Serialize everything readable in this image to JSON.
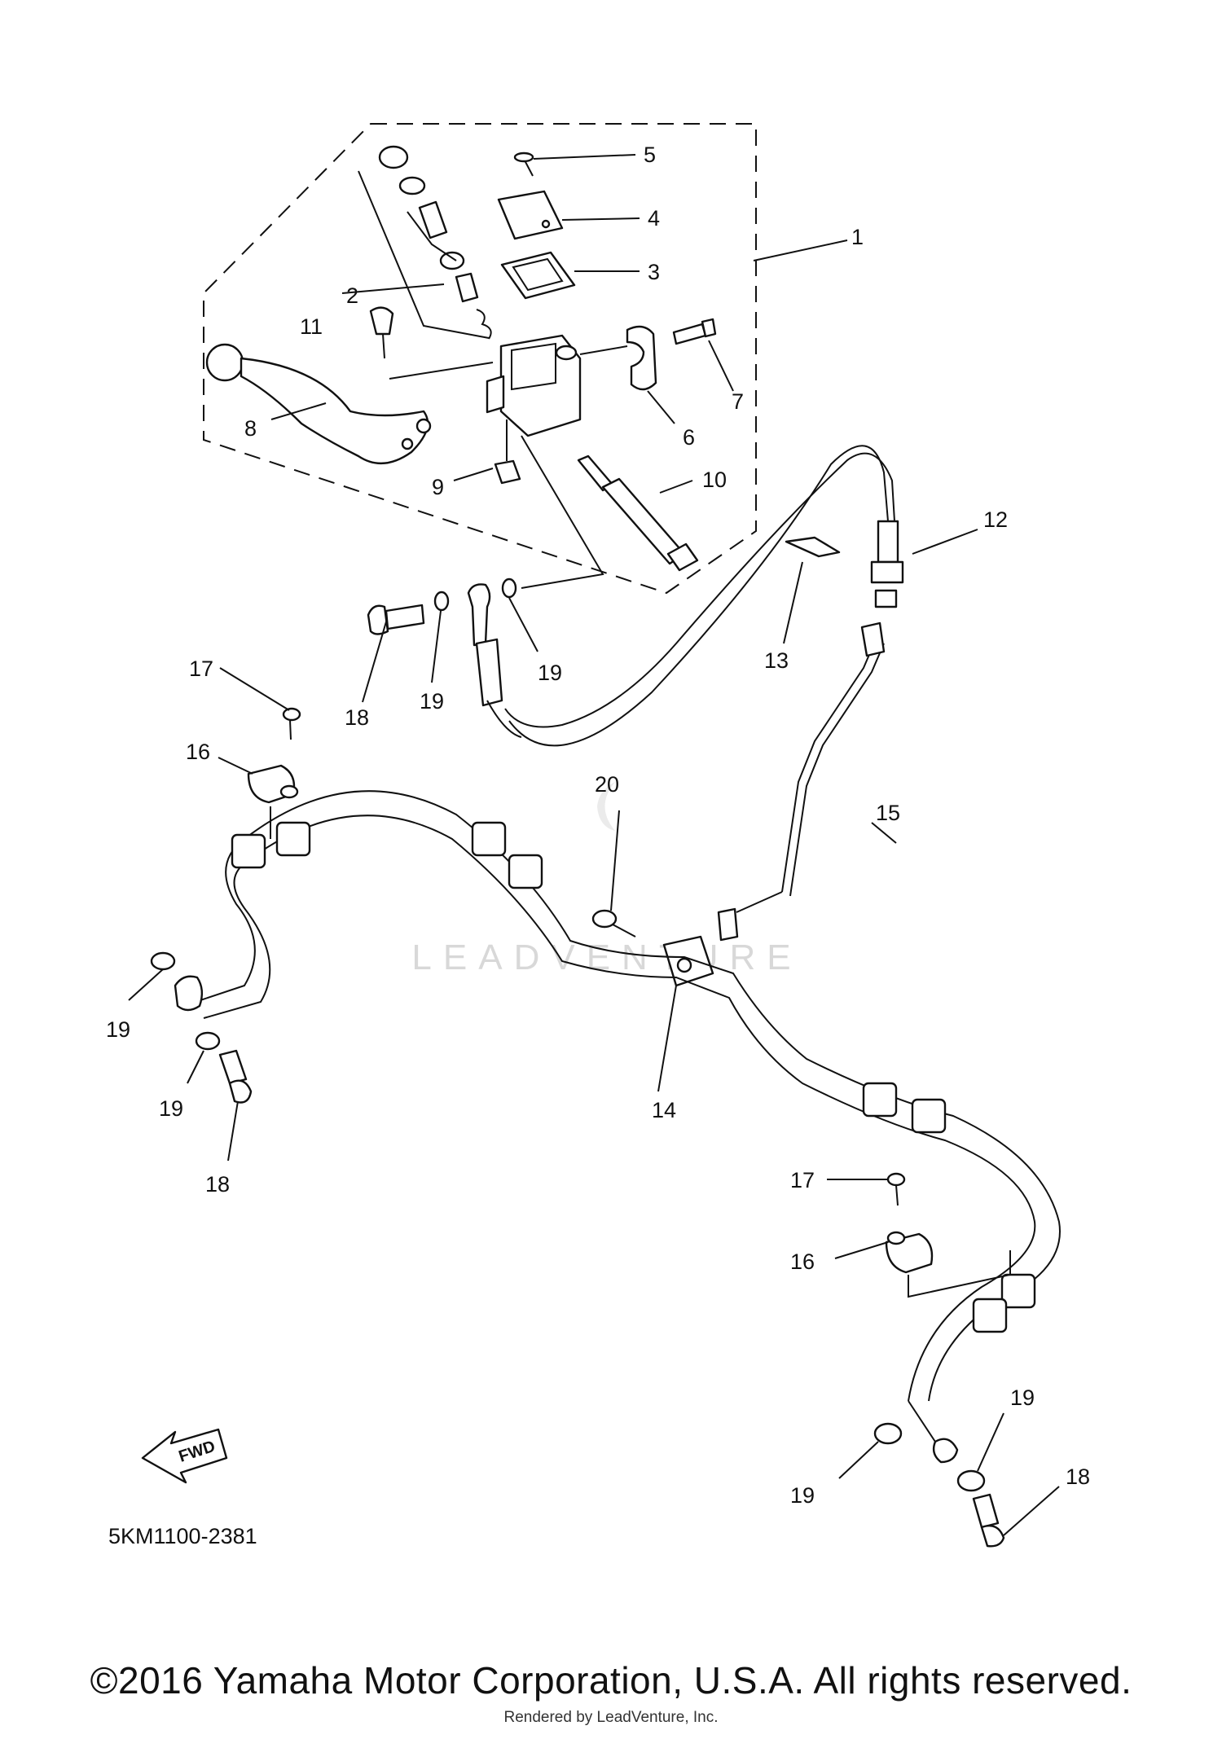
{
  "diagram_code": "5KM1100-2381",
  "fwd_label": "FWD",
  "watermark": "LEADVENTURE",
  "copyright": "©2016 Yamaha Motor Corporation, U.S.A. All rights reserved.",
  "render_credit": "Rendered by LeadVenture, Inc.",
  "callouts": [
    "1",
    "2",
    "3",
    "4",
    "5",
    "6",
    "7",
    "8",
    "9",
    "10",
    "11",
    "12",
    "13",
    "14",
    "15",
    "16",
    "16",
    "17",
    "17",
    "18",
    "18",
    "18",
    "19",
    "19",
    "19",
    "19",
    "19",
    "19",
    "20"
  ]
}
